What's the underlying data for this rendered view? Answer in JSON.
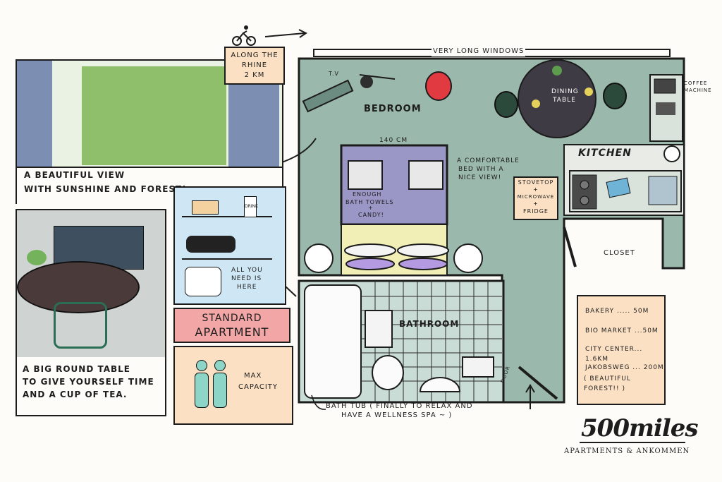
{
  "route": {
    "line1": "ALONG THE",
    "line2": "RHINE",
    "line3": "2 KM"
  },
  "windows_label": "VERY LONG WINDOWS",
  "rooms": {
    "tv": "T.V",
    "bedroom": "BEDROOM",
    "dining": {
      "line1": "DINING",
      "line2": "TABLE"
    },
    "coffee": {
      "line1": "COFFEE",
      "line2": "MACHINE"
    },
    "kitchen": "KITCHEN",
    "bed_size": "140 CM",
    "bed_note": {
      "line1": "A COMFORTABLE",
      "line2": "BED WITH A",
      "line3": "NICE VIEW!"
    },
    "towels": {
      "line1": "ENOUGH",
      "line2": "BATH TOWELS",
      "line3": "+",
      "line4": "CANDY!"
    },
    "appliances": {
      "line1": "STOVETOP",
      "line2": "+",
      "line3": "MICROWAVE",
      "line4": "+",
      "line5": "FRIDGE"
    },
    "closet": "CLOSET",
    "bathroom": "BATHROOM",
    "door": "DOOR",
    "bathtub": {
      "line1": "BATH TUB ( FINALLY TO RELAX AND",
      "line2": "HAVE A WELLNESS SPA ~ )"
    }
  },
  "panels": {
    "view": {
      "line1": "A BEAUTIFUL VIEW",
      "line2": "WITH SUNSHINE AND FOREST!"
    },
    "table": {
      "line1": "A BIG ROUND TABLE",
      "line2": "TO GIVE YOURSELF TIME",
      "line3": "AND A CUP OF TEA."
    },
    "shelf": {
      "line1": "ALL YOU",
      "line2": "NEED IS",
      "line3": "HERE",
      "drink": "DRINK"
    },
    "standard": {
      "line1": "STANDARD",
      "line2": "APARTMENT"
    },
    "capacity": {
      "line1": "MAX",
      "line2": "CAPACITY"
    }
  },
  "distances": [
    {
      "label": "BAKERY ..... 50M"
    },
    {
      "label": "BIO MARKET ...50M"
    },
    {
      "label": "CITY CENTER... 1.6KM"
    },
    {
      "label": "JAKOBSWEG ... 200M"
    },
    {
      "label": "( BEAUTIFUL FOREST!! )"
    }
  ],
  "brand": {
    "name": "500miles",
    "tagline": "APARTMENTS & ANKOMMEN"
  },
  "colors": {
    "floor": "#9bb8ad",
    "bed": "#9a97c6",
    "peach": "#fbe0c4",
    "pink": "#f2a6a6",
    "bathroom_tile": "#c9dcd6",
    "dark": "#1c1c1c",
    "sky_blue": "#cfe6f4"
  }
}
